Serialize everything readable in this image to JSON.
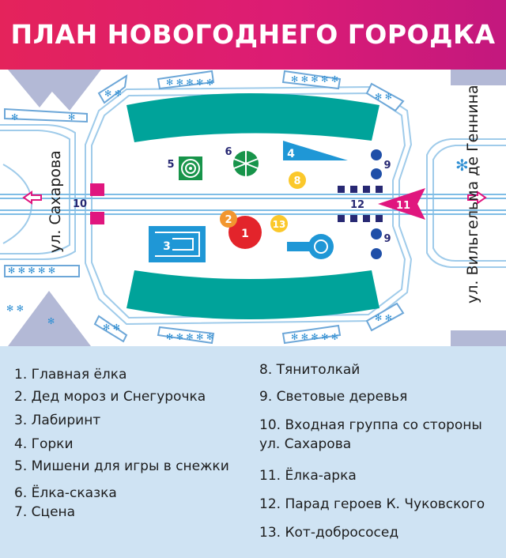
{
  "title": "ПЛАН НОВОГОДНЕГО ГОРОДКА",
  "colors": {
    "banner": "#e0206a",
    "teal": "#00a39a",
    "blue": "#1f97d6",
    "navy": "#272873",
    "magenta": "#e0167e",
    "red": "#e3242b",
    "orange": "#f2962f",
    "yellow": "#fbc82b",
    "green": "#17944a",
    "street_lines": "#7fbde6",
    "legend_bg": "#cfe3f3"
  },
  "streets": {
    "left": "ул. Сахарова",
    "right": "ул. Вильгельма де Геннина"
  },
  "markers": {
    "m1": "1",
    "m2": "2",
    "m3": "3",
    "m4": "4",
    "m5": "5",
    "m6": "6",
    "m8": "8",
    "m9a": "9",
    "m9b": "9",
    "m10": "10",
    "m11": "11",
    "m12": "12",
    "m13": "13"
  },
  "legend": {
    "left": [
      "1. Главная ёлка",
      "2. Дед мороз и Снегурочка",
      "3. Лабиринт",
      "4. Горки",
      "5. Мишени для игры в снежки",
      "6. Ёлка-сказка",
      "7. Сцена"
    ],
    "right": [
      "8. Тянитолкай",
      "9. Световые деревья",
      "10. Входная группа со стороны",
      "ул. Сахарова",
      "11. Ёлка-арка",
      "12. Парад героев К. Чуковского",
      "13. Кот-добрососед"
    ]
  }
}
